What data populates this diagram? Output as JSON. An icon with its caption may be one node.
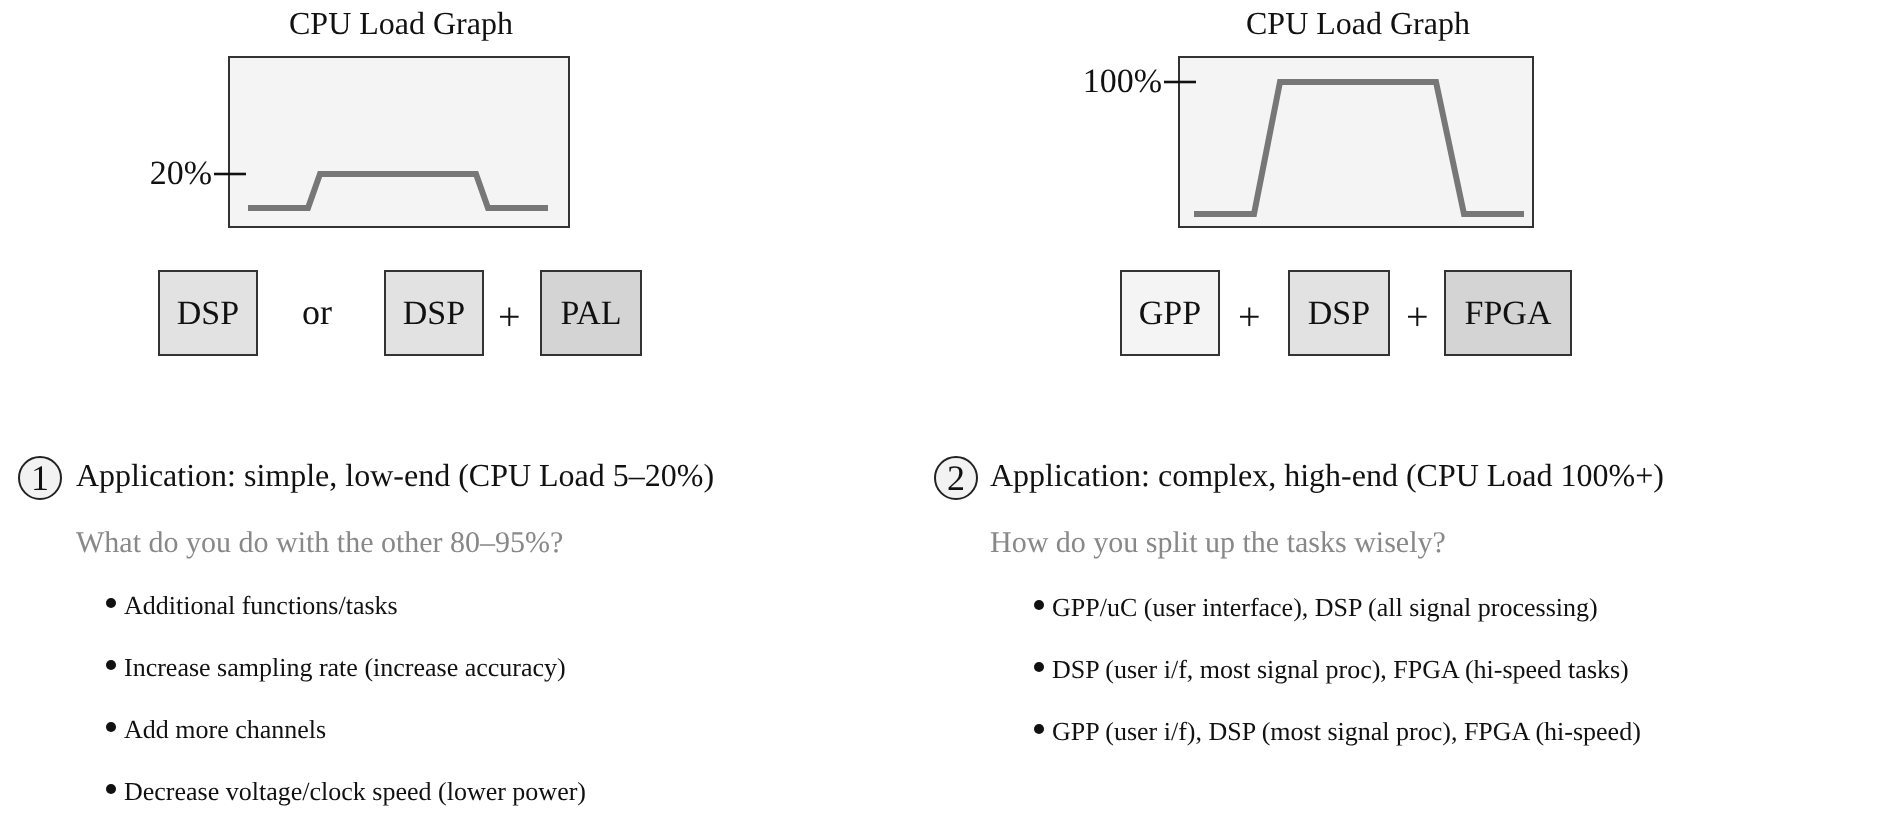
{
  "diagram": {
    "nodes": [
      {
        "text": [
          "CPU Load Graph"
        ],
        "beside": [
          "20%"
        ]
      },
      {
        "text": [
          "CPU Load Graph"
        ],
        "beside": [
          "100%"
        ]
      },
      {
        "text": [
          "DSP"
        ]
      },
      {
        "text": [
          "DSP"
        ]
      },
      {
        "text": [
          "PAL"
        ]
      },
      {
        "text": [
          "GPP"
        ]
      },
      {
        "text": [
          "DSP"
        ]
      },
      {
        "text": [
          "FPGA"
        ]
      },
      {
        "text": [
          "1"
        ]
      },
      {
        "text": [
          "2"
        ]
      }
    ],
    "labels": [
      "or",
      "+",
      "+",
      "+",
      "Application:  simple, low-end (CPU Load 5–20%)",
      "Application:  complex, high-end (CPU Load 100%+)",
      "What do you do with the other 80–95%?",
      "How do you split up the tasks wisely?",
      "Additional functions/tasks",
      "GPP/uC (user interface), DSP (all signal processing)",
      "Increase sampling rate (increase accuracy)",
      "DSP (user i/f, most signal proc), FPGA (hi-speed tasks)",
      "Add more channels",
      "GPP (user i/f), DSP (most signal proc), FPGA (hi-speed)",
      "Decrease voltage/clock speed (lower power)"
    ]
  }
}
